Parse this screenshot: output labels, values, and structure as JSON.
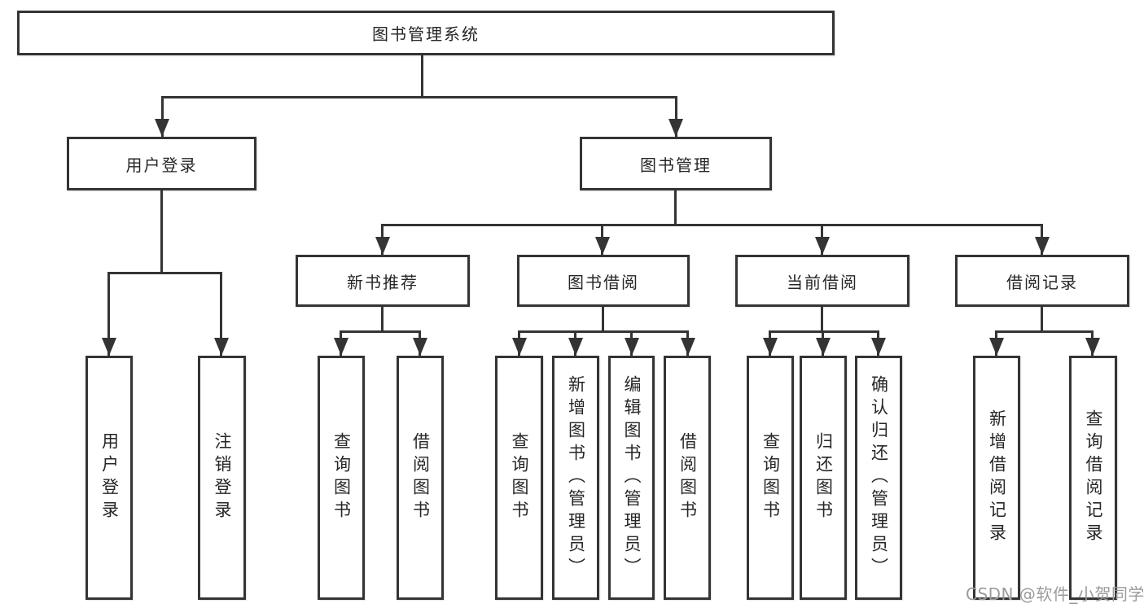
{
  "diagram": {
    "title": "图书管理系统",
    "children": [
      {
        "label": "用户登录",
        "children": [
          {
            "label": "用户登录"
          },
          {
            "label": "注销登录"
          }
        ]
      },
      {
        "label": "图书管理",
        "children": [
          {
            "label": "新书推荐",
            "children": [
              {
                "label": "查询图书"
              },
              {
                "label": "借阅图书"
              }
            ]
          },
          {
            "label": "图书借阅",
            "children": [
              {
                "label": "查询图书"
              },
              {
                "label": "新增图书（管理员）"
              },
              {
                "label": "编辑图书（管理员）"
              },
              {
                "label": "借阅图书"
              }
            ]
          },
          {
            "label": "当前借阅",
            "children": [
              {
                "label": "查询图书"
              },
              {
                "label": "归还图书"
              },
              {
                "label": "确认归还（管理员）"
              }
            ]
          },
          {
            "label": "借阅记录",
            "children": [
              {
                "label": "新增借阅记录"
              },
              {
                "label": "查询借阅记录"
              }
            ]
          }
        ]
      }
    ]
  },
  "watermark": "CSDN @软件_小贺同学",
  "colors": {
    "line": "#343434",
    "text": "#262626",
    "watermark": "#9b9b9b",
    "background": "#ffffff"
  }
}
